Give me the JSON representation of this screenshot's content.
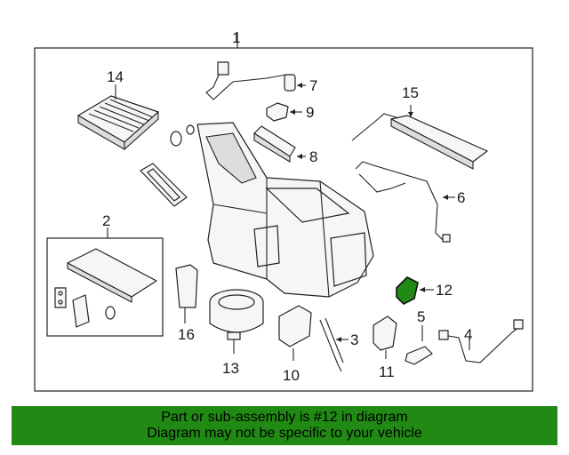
{
  "callouts": {
    "c1": "1",
    "c2": "2",
    "c3": "3",
    "c4": "4",
    "c5": "5",
    "c6": "6",
    "c7": "7",
    "c8": "8",
    "c9": "9",
    "c10": "10",
    "c11": "11",
    "c12": "12",
    "c13": "13",
    "c14": "14",
    "c15": "15",
    "c16": "16"
  },
  "highlight_color": "#208a14",
  "banner": {
    "line1": "Part or sub-assembly is #12 in diagram",
    "line2": "Diagram may not be specific to your vehicle"
  }
}
